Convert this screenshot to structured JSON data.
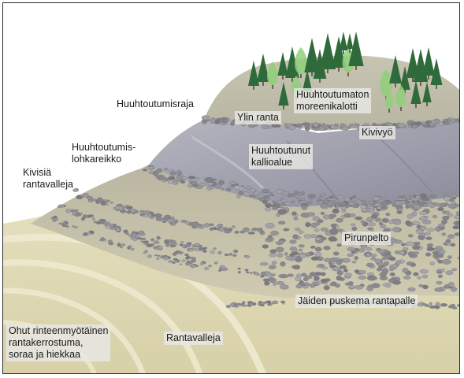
{
  "labels": {
    "huuhtoutumisraja": "Huuhtoutumisraja",
    "ylin_ranta": "Ylin ranta",
    "moreenikalotti": [
      "Huuhtoutumaton",
      "moreenikalotti"
    ],
    "kivivyo": "Kivivyö",
    "lohkareikko": [
      "Huuhtoutumis-",
      "lohkareikko"
    ],
    "kallioalue": [
      "Huuhtoutunut",
      "kallioalue"
    ],
    "rantavalleja_kivisia": [
      "Kivisiä",
      "rantavalleja"
    ],
    "pirunpelto": "Pirunpelto",
    "rantapalle": "Jäiden puskema rantapalle",
    "rantavalleja": "Rantavalleja",
    "rantakerrostuma": [
      "Ohut rinteenmyötäinen",
      "rantakerrostuma,",
      "soraa ja hiekkaa"
    ]
  },
  "colors": {
    "sand": "#dcd6b2",
    "sand_band": "#e9e4c6",
    "upper_ground": "#c4c0ad",
    "rock": "#a7a7b3",
    "rock_dark": "#8a8a98",
    "boulder": "#8e8e96",
    "tree_dark": "#2f6b3a",
    "tree_light": "#8fcf7a"
  }
}
